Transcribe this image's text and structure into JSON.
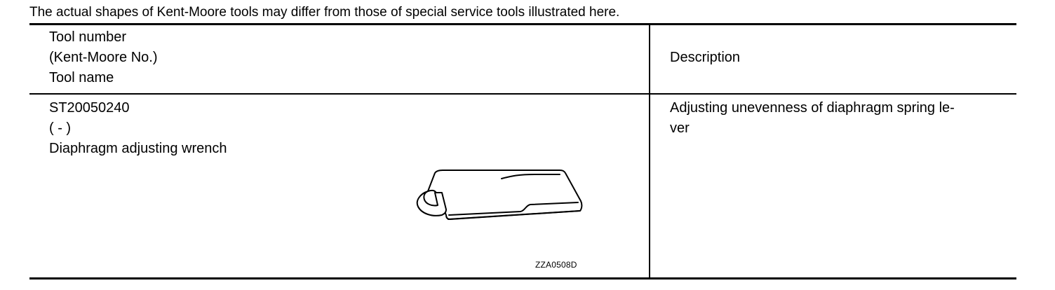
{
  "note": "The actual shapes of Kent-Moore tools may differ from those of special service tools illustrated here.",
  "table": {
    "header": {
      "left_lines": [
        "Tool number",
        "(Kent-Moore No.)",
        "Tool name"
      ],
      "right": "Description"
    },
    "rows": [
      {
        "tool_number": "ST20050240",
        "kent_moore_no": "( - )",
        "tool_name": "Diaphragm adjusting wrench",
        "description": "Adjusting unevenness of diaphragm spring le-ver",
        "description_lines": [
          "Adjusting unevenness of diaphragm spring le-",
          "ver"
        ],
        "figure_code": "ZZA0508D",
        "illustration_icon": "diaphragm-adjusting-wrench-icon"
      }
    ]
  }
}
